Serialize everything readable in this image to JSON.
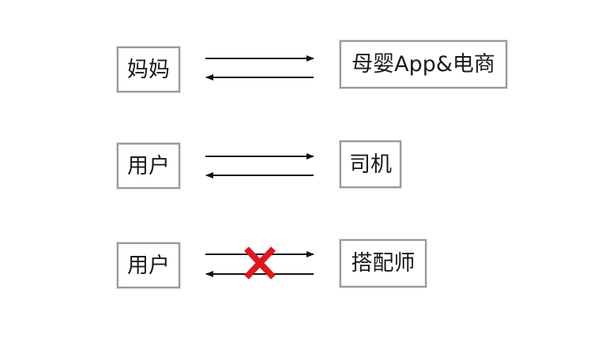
{
  "rows": [
    {
      "left": "妈妈",
      "right": "母婴App&电商",
      "blocked": false
    },
    {
      "left": "用户",
      "right": "司机",
      "blocked": false
    },
    {
      "left": "用户",
      "right": "搭配师",
      "blocked": true
    }
  ],
  "colors": {
    "text": "#1a1a1a",
    "box_border": "#9a9a9a",
    "arrow": "#111111",
    "cross": "#e0161f"
  },
  "icons": {
    "blocked_mark": "red-x-icon"
  }
}
